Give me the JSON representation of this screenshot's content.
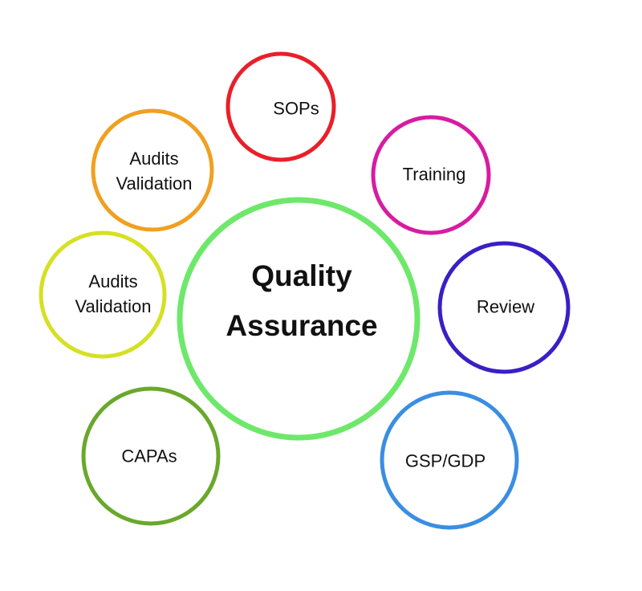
{
  "center": {
    "line1": "Quality",
    "line2": "Assurance",
    "color": "#6ee86a"
  },
  "nodes": [
    {
      "id": "sops",
      "lines": [
        "SOPs"
      ],
      "color": "#e8202a"
    },
    {
      "id": "training",
      "lines": [
        "Training"
      ],
      "color": "#d81ba0"
    },
    {
      "id": "review",
      "lines": [
        "Review"
      ],
      "color": "#3a1fc4"
    },
    {
      "id": "gsp-gdp",
      "lines": [
        "GSP/GDP"
      ],
      "color": "#3a8ee2"
    },
    {
      "id": "capas",
      "lines": [
        "CAPAs"
      ],
      "color": "#6aa82c"
    },
    {
      "id": "audits-validation-yellow",
      "lines": [
        "Audits",
        "Validation"
      ],
      "color": "#d6e024"
    },
    {
      "id": "audits-validation-orange",
      "lines": [
        "Audits",
        "Validation"
      ],
      "color": "#f0a020"
    }
  ]
}
